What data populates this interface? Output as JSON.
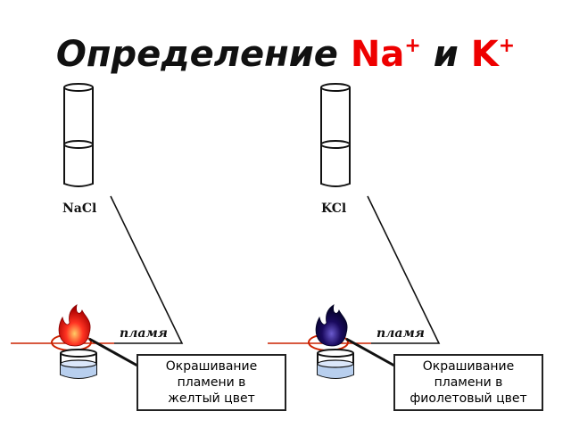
{
  "title": {
    "prefix": "Определение",
    "ion1_symbol": "Na",
    "ion1_charge": "+",
    "conjunction": "и",
    "ion2_symbol": "K",
    "ion2_charge": "+"
  },
  "experiments": [
    {
      "salt_label": "NaCl",
      "flame_label": "пламя",
      "callout_lines": [
        "Окрашивание",
        "пламени в",
        "желтый цвет"
      ],
      "flame_color": "#ee1111"
    },
    {
      "salt_label": "KCl",
      "flame_label": "пламя",
      "callout_lines": [
        "Окрашивание",
        "пламени в",
        "фиолетовый цвет"
      ],
      "flame_color": "#1a0a5e"
    }
  ],
  "colors": {
    "ion_highlight": "#ee0000",
    "wire": "#cc2200",
    "burner_liquid": "#b8cfee"
  }
}
